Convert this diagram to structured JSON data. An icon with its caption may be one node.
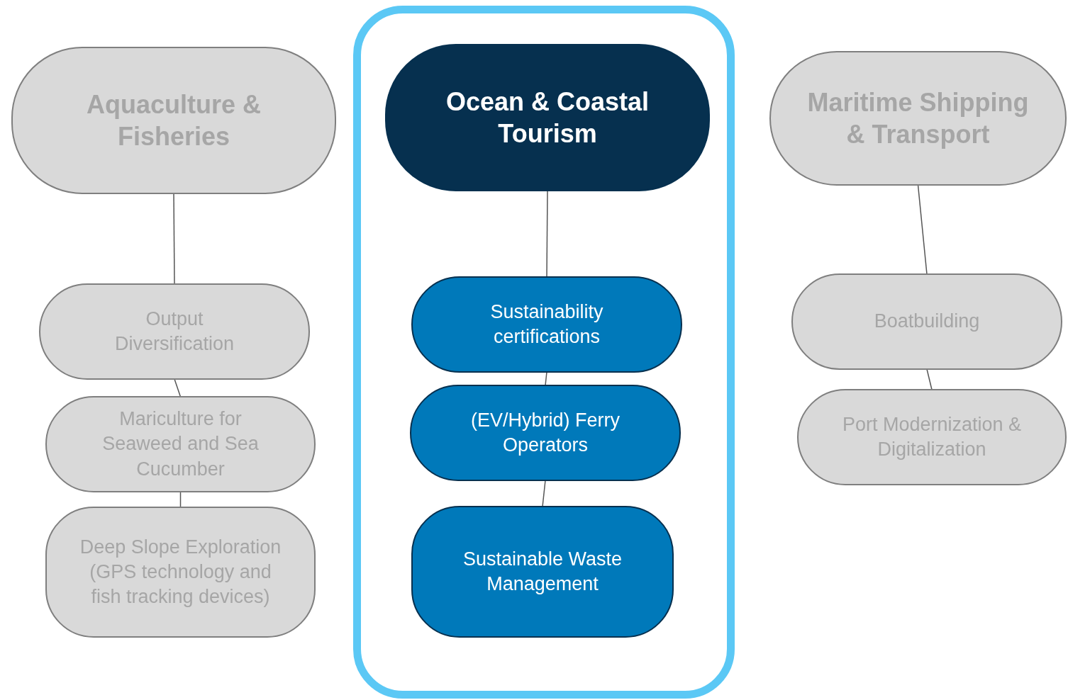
{
  "diagram": {
    "nodes": [
      {
        "text": [
          "Aquaculture & Fisheries"
        ]
      },
      {
        "text": [
          "Output Diversification"
        ]
      },
      {
        "text": [
          "Mariculture for Seaweed and Sea Cucumber"
        ]
      },
      {
        "text": [
          "Deep Slope Exploration (GPS technology and fish tracking devices)"
        ]
      },
      {
        "text": [],
        "shape": "box"
      },
      {
        "text": [
          "Ocean & Coastal Tourism"
        ],
        "in": 4
      },
      {
        "text": [
          "Sustainability certifications"
        ],
        "in": 4
      },
      {
        "text": [
          "(EV/Hybrid) Ferry Operators"
        ],
        "in": 4
      },
      {
        "text": [
          "Sustainable Waste Management"
        ],
        "in": 4
      },
      {
        "text": [
          "Maritime Shipping & Transport"
        ]
      },
      {
        "text": [
          "Boatbuilding"
        ]
      },
      {
        "text": [
          "Port Modernization & Digitalization"
        ]
      }
    ],
    "edges": [
      {
        "from": 0,
        "to": 1,
        "arrow": "none"
      },
      {
        "from": 1,
        "to": 2,
        "arrow": "none"
      },
      {
        "from": 2,
        "to": 3,
        "arrow": "none"
      },
      {
        "from": 5,
        "to": 6,
        "arrow": "none"
      },
      {
        "from": 6,
        "to": 7,
        "arrow": "none"
      },
      {
        "from": 7,
        "to": 8,
        "arrow": "none"
      },
      {
        "from": 9,
        "to": 10,
        "arrow": "none"
      },
      {
        "from": 10,
        "to": 11,
        "arrow": "none"
      }
    ]
  }
}
